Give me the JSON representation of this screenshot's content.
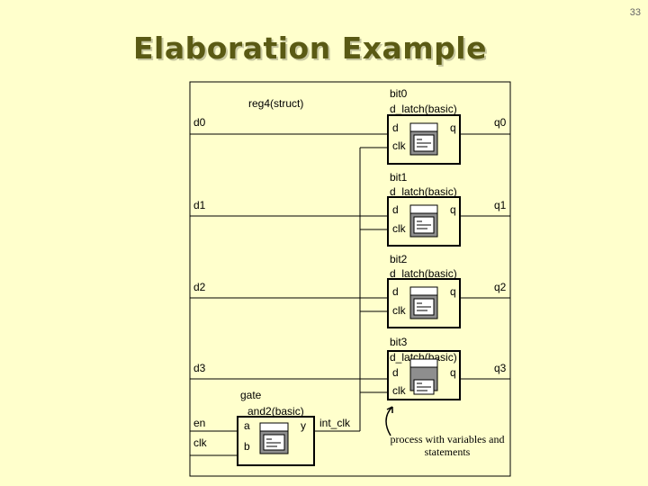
{
  "slide_number": "33",
  "title": "Elaboration Example",
  "container_label": "reg4(struct)",
  "inputs": [
    "d0",
    "d1",
    "d2",
    "d3"
  ],
  "outputs": [
    "q0",
    "q1",
    "q2",
    "q3"
  ],
  "latches": [
    {
      "name": "bit0",
      "type": "d_latch(basic)",
      "port_d": "d",
      "port_q": "q",
      "port_clk": "clk"
    },
    {
      "name": "bit1",
      "type": "d_latch(basic)",
      "port_d": "d",
      "port_q": "q",
      "port_clk": "clk"
    },
    {
      "name": "bit2",
      "type": "d_latch(basic)",
      "port_d": "d",
      "port_q": "q",
      "port_clk": "clk"
    },
    {
      "name": "bit3",
      "type": "d_latch(basic)",
      "port_d": "d",
      "port_q": "q",
      "port_clk": "clk"
    }
  ],
  "gate": {
    "name": "gate",
    "type": "and2(basic)",
    "port_a": "a",
    "port_b": "b",
    "port_y": "y"
  },
  "control_inputs": {
    "en": "en",
    "clk": "clk"
  },
  "internal_signal": "int_clk",
  "annotation": "process with variables and statements"
}
